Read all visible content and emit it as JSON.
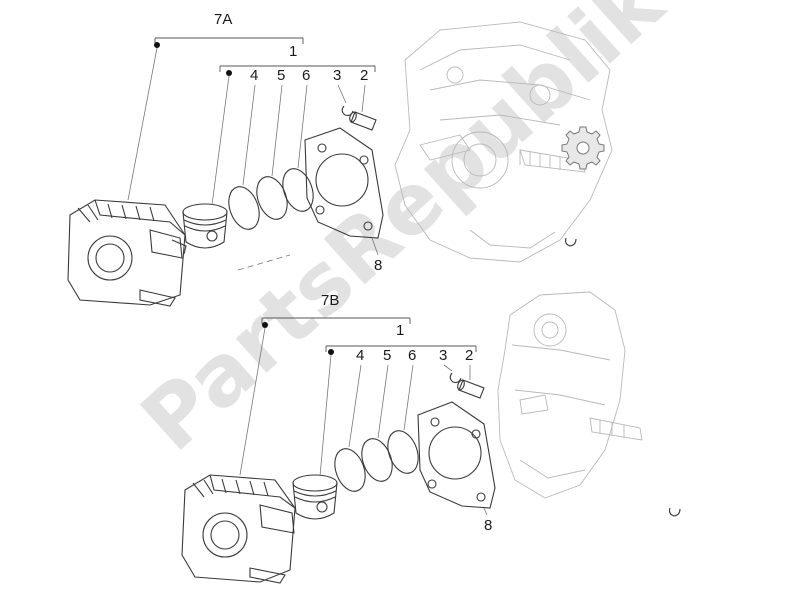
{
  "watermark": "PartsRepublik",
  "groups": [
    {
      "assembly_label": "7A",
      "set_label": "1",
      "callouts": [
        "4",
        "5",
        "6",
        "3",
        "2",
        "8"
      ]
    },
    {
      "assembly_label": "7B",
      "set_label": "1",
      "callouts": [
        "4",
        "5",
        "6",
        "3",
        "2",
        "8"
      ]
    }
  ],
  "icons": [
    "gear-icon"
  ],
  "colors": {
    "lines": "#3a3a3a",
    "ghost": "#b9b9b9",
    "watermark": "#d6d6d6"
  }
}
